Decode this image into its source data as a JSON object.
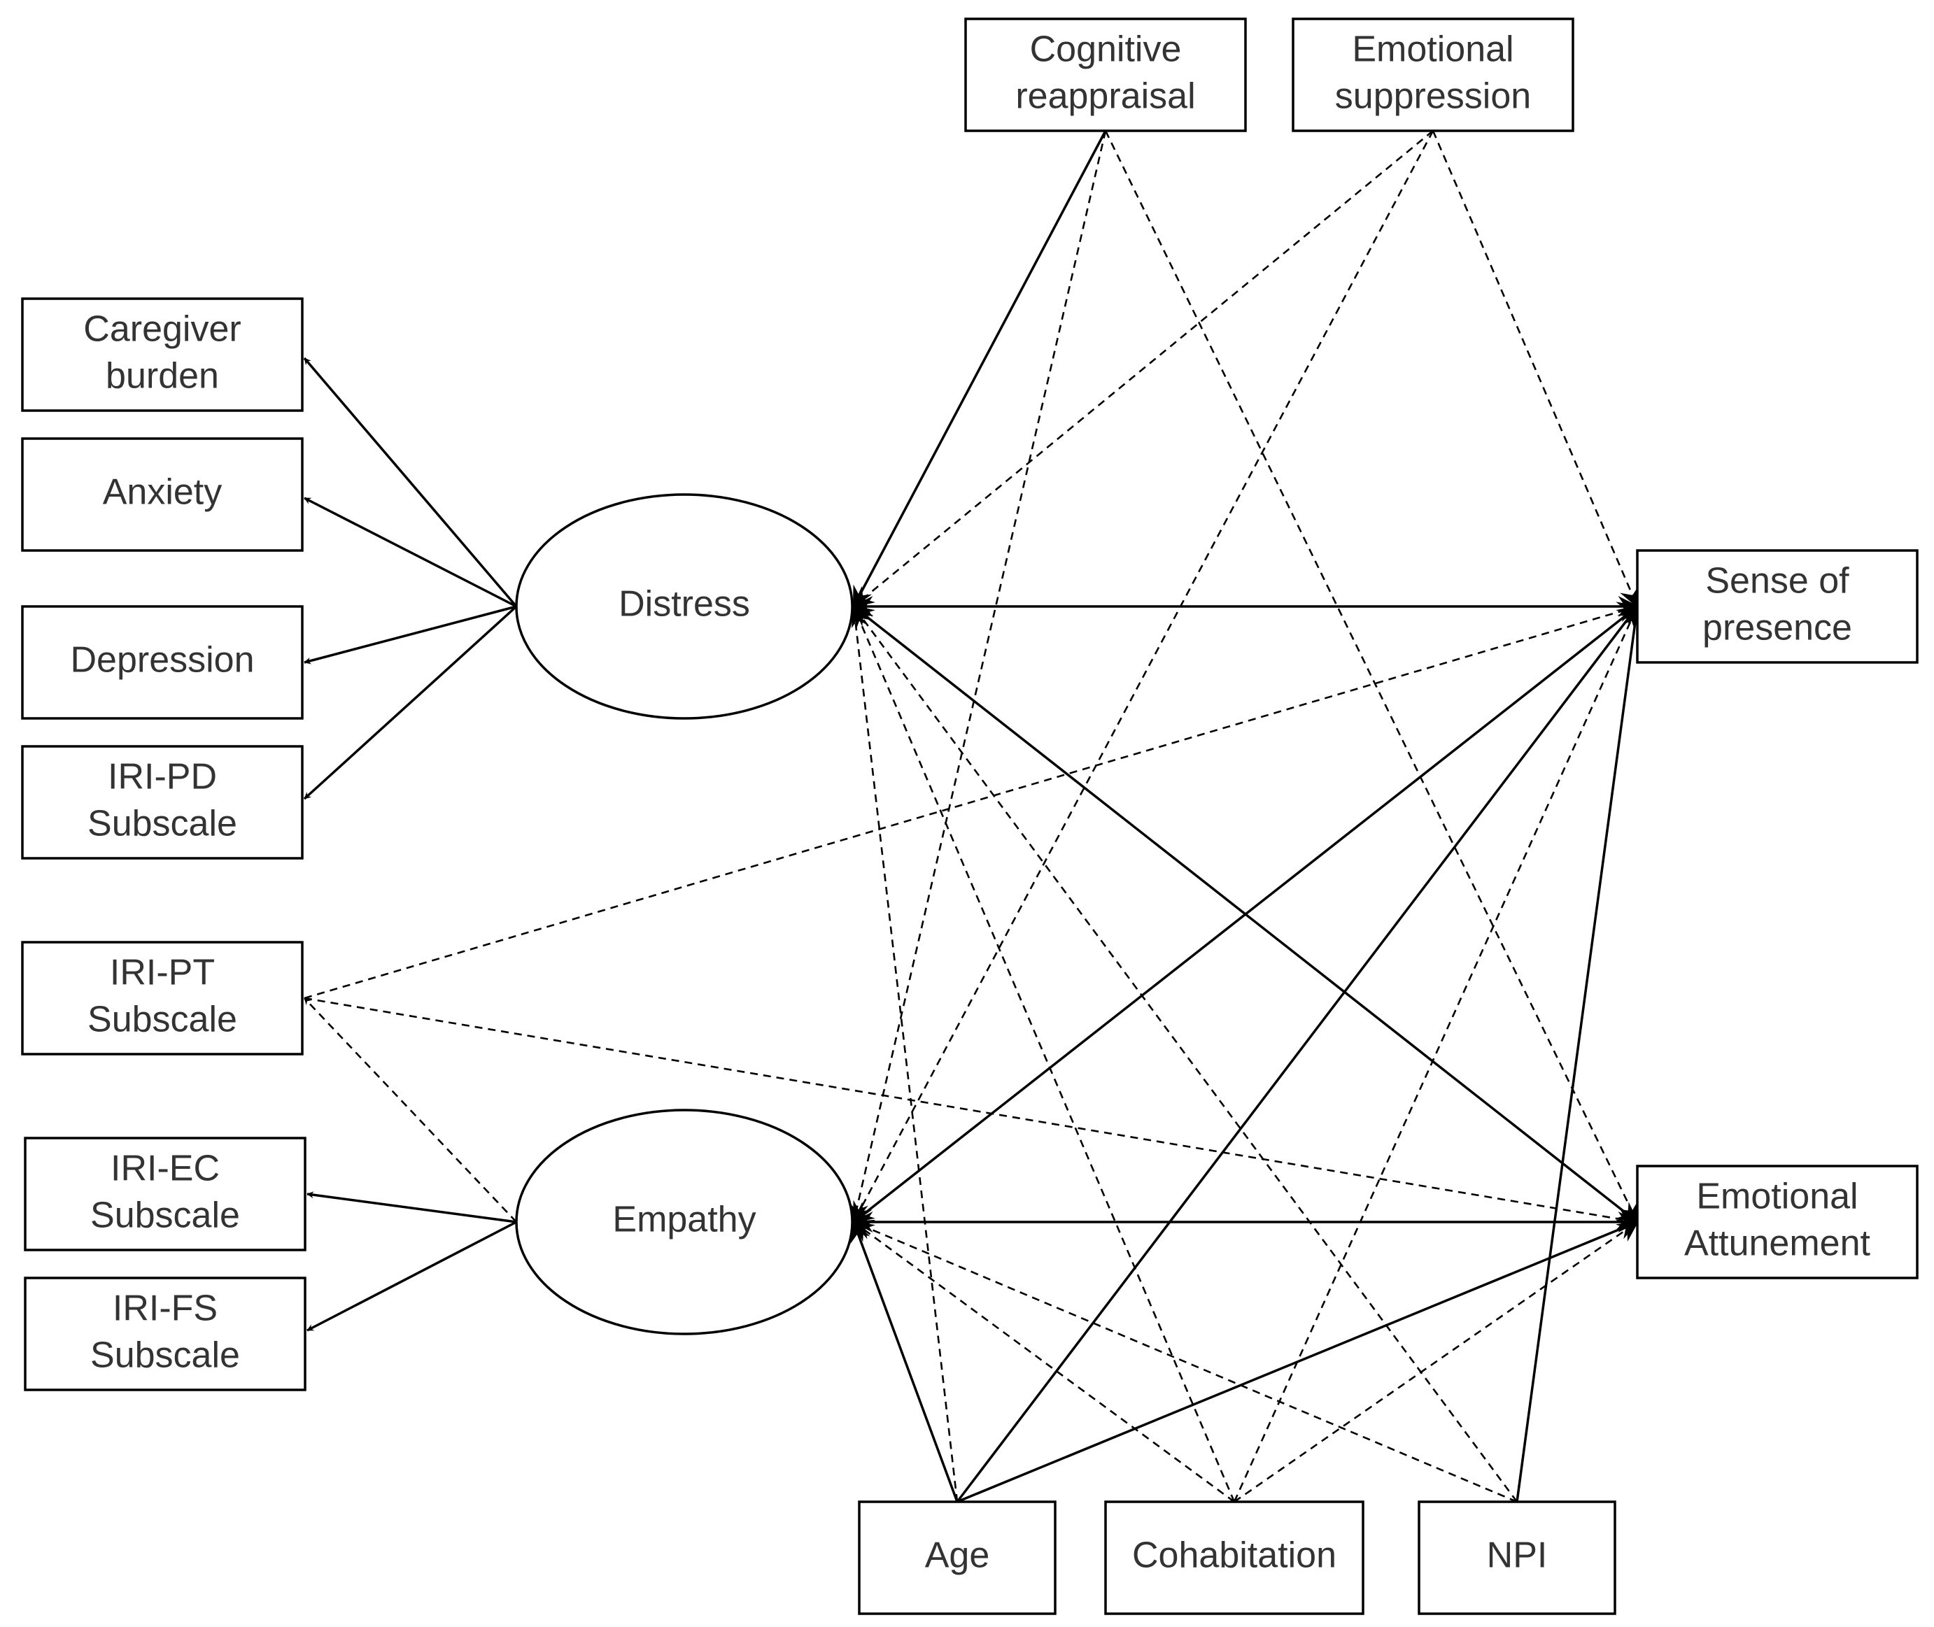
{
  "nodes": {
    "caregiver_burden": {
      "lines": [
        "Caregiver",
        "burden"
      ]
    },
    "anxiety": {
      "lines": [
        "Anxiety"
      ]
    },
    "depression": {
      "lines": [
        "Depression"
      ]
    },
    "iri_pd": {
      "lines": [
        "IRI-PD",
        "Subscale"
      ]
    },
    "iri_pt": {
      "lines": [
        "IRI-PT",
        "Subscale"
      ]
    },
    "iri_ec": {
      "lines": [
        "IRI-EC",
        "Subscale"
      ]
    },
    "iri_fs": {
      "lines": [
        "IRI-FS",
        "Subscale"
      ]
    },
    "distress": {
      "lines": [
        "Distress"
      ]
    },
    "empathy": {
      "lines": [
        "Empathy"
      ]
    },
    "cognitive_reappraisal": {
      "lines": [
        "Cognitive",
        "reappraisal"
      ]
    },
    "emotional_suppression": {
      "lines": [
        "Emotional",
        "suppression"
      ]
    },
    "sense_of_presence": {
      "lines": [
        "Sense of",
        "presence"
      ]
    },
    "emotional_attunement": {
      "lines": [
        "Emotional",
        "Attunement"
      ]
    },
    "age": {
      "lines": [
        "Age"
      ]
    },
    "cohabitation": {
      "lines": [
        "Cohabitation"
      ]
    },
    "npi": {
      "lines": [
        "NPI"
      ]
    }
  },
  "edges": [
    {
      "from": "distress",
      "to": "caregiver_burden",
      "style": "solid"
    },
    {
      "from": "distress",
      "to": "anxiety",
      "style": "solid"
    },
    {
      "from": "distress",
      "to": "depression",
      "style": "solid"
    },
    {
      "from": "distress",
      "to": "iri_pd",
      "style": "solid"
    },
    {
      "from": "empathy",
      "to": "iri_pt",
      "style": "dashed"
    },
    {
      "from": "empathy",
      "to": "iri_ec",
      "style": "solid"
    },
    {
      "from": "empathy",
      "to": "iri_fs",
      "style": "solid"
    },
    {
      "from": "cognitive_reappraisal",
      "to": "distress",
      "style": "solid"
    },
    {
      "from": "cognitive_reappraisal",
      "to": "empathy",
      "style": "dashed"
    },
    {
      "from": "cognitive_reappraisal",
      "to": "emotional_attunement",
      "style": "dashed"
    },
    {
      "from": "emotional_suppression",
      "to": "distress",
      "style": "dashed"
    },
    {
      "from": "emotional_suppression",
      "to": "empathy",
      "style": "dashed"
    },
    {
      "from": "emotional_suppression",
      "to": "sense_of_presence",
      "style": "dashed"
    },
    {
      "from": "sense_of_presence",
      "to": "distress",
      "style": "solid",
      "bidirectional": true
    },
    {
      "from": "emotional_attunement",
      "to": "empathy",
      "style": "solid",
      "bidirectional": true
    },
    {
      "from": "emotional_attunement",
      "to": "distress",
      "style": "solid",
      "bidirectional": true
    },
    {
      "from": "sense_of_presence",
      "to": "empathy",
      "style": "solid",
      "bidirectional": true
    },
    {
      "from": "iri_pt",
      "to": "sense_of_presence",
      "style": "dashed"
    },
    {
      "from": "iri_pt",
      "to": "emotional_attunement",
      "style": "dashed"
    },
    {
      "from": "age",
      "to": "distress",
      "style": "dashed"
    },
    {
      "from": "age",
      "to": "empathy",
      "style": "solid"
    },
    {
      "from": "age",
      "to": "sense_of_presence",
      "style": "solid"
    },
    {
      "from": "age",
      "to": "emotional_attunement",
      "style": "solid"
    },
    {
      "from": "cohabitation",
      "to": "distress",
      "style": "dashed"
    },
    {
      "from": "cohabitation",
      "to": "empathy",
      "style": "dashed"
    },
    {
      "from": "cohabitation",
      "to": "sense_of_presence",
      "style": "dashed"
    },
    {
      "from": "cohabitation",
      "to": "emotional_attunement",
      "style": "dashed"
    },
    {
      "from": "npi",
      "to": "distress",
      "style": "dashed"
    },
    {
      "from": "npi",
      "to": "empathy",
      "style": "dashed"
    },
    {
      "from": "npi",
      "to": "sense_of_presence",
      "style": "solid"
    }
  ]
}
